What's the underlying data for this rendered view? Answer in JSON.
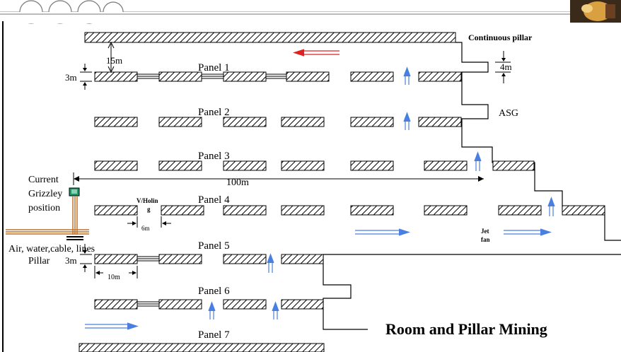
{
  "title": "Room and Pillar Mining",
  "labels": {
    "continuous_pillar": "Continuous pillar",
    "asg": "ASG",
    "dim_15m": "15m",
    "dim_3m_top": "3m",
    "dim_4m": "4m",
    "dim_100m": "100m",
    "current": "Current",
    "grizzley": "Grizzley",
    "position": "position",
    "v_holin_1": "V/Holin",
    "v_holin_2": "g",
    "dim_6m": "6m",
    "jet": "Jet",
    "fan": "fan",
    "lines": "Air, water,cable, lines",
    "pillar": "Pillar",
    "dim_3m_bottom": "3m",
    "dim_10m": "10m"
  },
  "panels": [
    "Panel 1",
    "Panel 2",
    "Panel 3",
    "Panel 4",
    "Panel 5",
    "Panel 6",
    "Panel 7"
  ],
  "colors": {
    "airflow": "#4a7fe0",
    "reverse_airflow": "#e02020",
    "cable": "#c0702a",
    "grizzley": "#1a9a6a"
  },
  "icons": {
    "logo": "miner-photo-icon"
  }
}
